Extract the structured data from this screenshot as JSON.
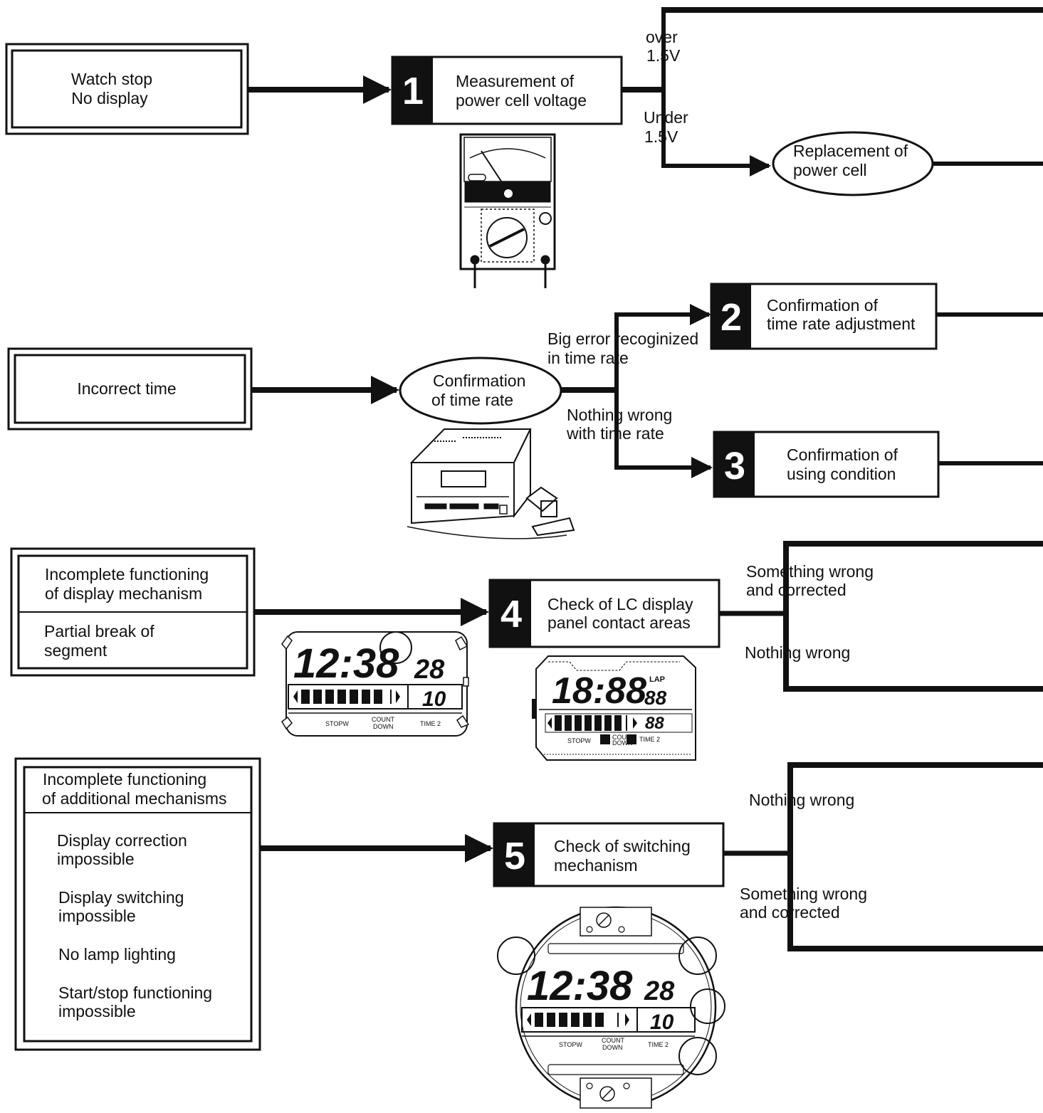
{
  "symptoms": {
    "watch_stop": [
      "Watch stop",
      "No display"
    ],
    "incorrect_time": "Incorrect time",
    "display_mech": {
      "title": [
        "Incomplete functioning",
        "of display mechanism"
      ],
      "item": [
        "Partial break of",
        "segment"
      ]
    },
    "additional_mech": {
      "title": [
        "Incomplete functioning",
        "of additional mechanisms"
      ],
      "items": [
        [
          "Display correction",
          "impossible"
        ],
        [
          "Display switching",
          "impossible"
        ],
        [
          "No lamp lighting"
        ],
        [
          "Start/stop functioning",
          "impossible"
        ]
      ]
    }
  },
  "steps": {
    "s1": {
      "num": "1",
      "label": [
        "Measurement of",
        "power cell voltage"
      ]
    },
    "s2": {
      "num": "2",
      "label": [
        "Confirmation of",
        "time rate adjustment"
      ]
    },
    "s3": {
      "num": "3",
      "label": [
        "Confirmation of",
        "using condition"
      ]
    },
    "s4": {
      "num": "4",
      "label": [
        "Check of LC display",
        "panel contact areas"
      ]
    },
    "s5": {
      "num": "5",
      "label": [
        "Check of switching",
        "mechanism"
      ]
    }
  },
  "ovals": {
    "replacement": [
      "Replacement of",
      "power cell"
    ],
    "time_rate": [
      "Confirmation",
      "of time rate"
    ]
  },
  "branch_labels": {
    "over": [
      "over",
      "1.5V"
    ],
    "under": [
      "Under",
      "1.5V"
    ],
    "big_error": [
      "Big error recoginized",
      "in time rate"
    ],
    "nothing_wrong_time": [
      "Nothing wrong",
      "with time rate"
    ],
    "something_wrong_4": [
      "Something wrong",
      "and corrected"
    ],
    "nothing_wrong_4": "Nothing wrong",
    "nothing_wrong_5": "Nothing wrong",
    "something_wrong_5": [
      "Something wrong",
      "and corrected"
    ]
  },
  "illustrations": {
    "display_a": {
      "time": "12:38",
      "secs": "28",
      "small": "10",
      "labels": [
        "STOPW",
        "COUNT",
        "DOWN",
        "TIME 2"
      ]
    },
    "panel": {
      "time": "18:88",
      "secs": "88",
      "small": "88",
      "lap": "LAP",
      "labels": [
        "STOPW",
        "COUNT",
        "DOWN",
        "TIME 2"
      ]
    },
    "movement": {
      "time": "12:38",
      "secs": "28",
      "small": "10",
      "labels": [
        "STOPW",
        "COUNT",
        "DOWN",
        "TIME 2"
      ]
    }
  }
}
